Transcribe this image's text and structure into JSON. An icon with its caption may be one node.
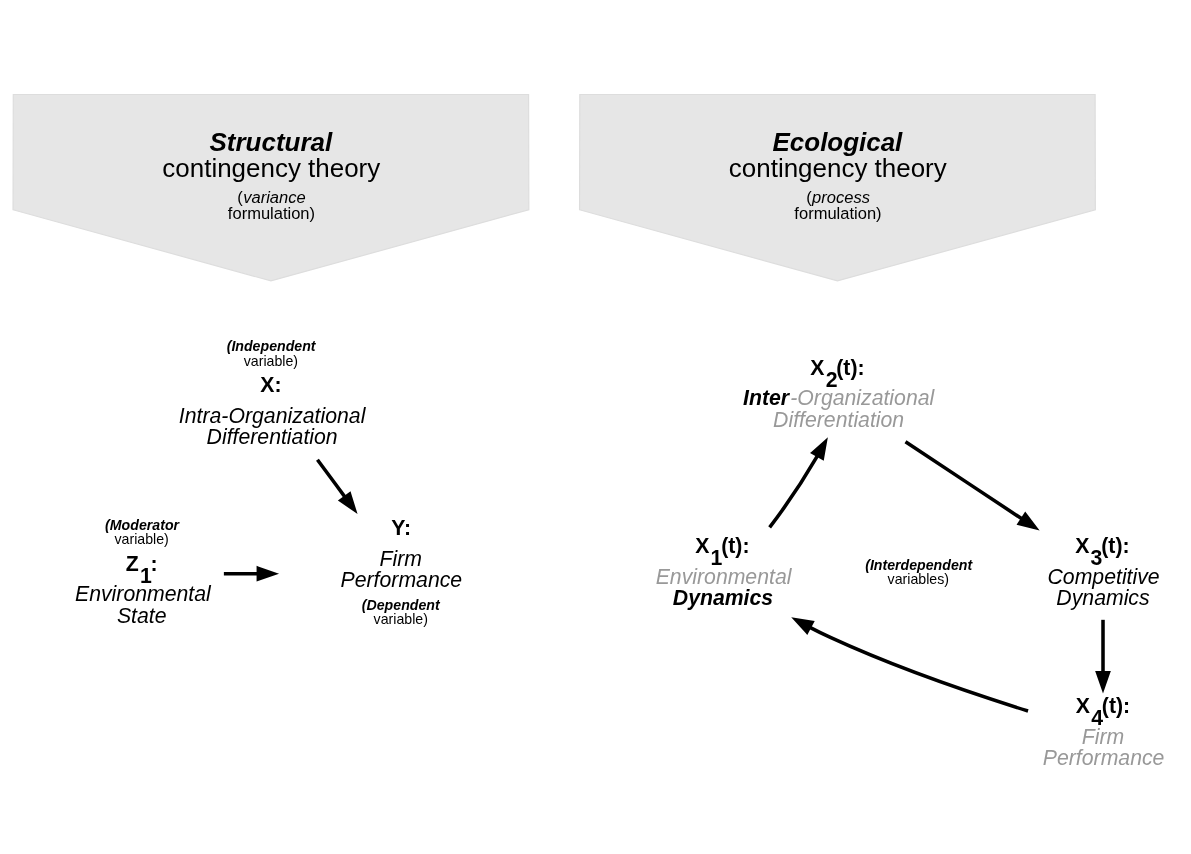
{
  "diagram": {
    "nodes": [
      {
        "text": [
          "**Structural** contingency theory",
          "(*variance* formulation)"
        ]
      },
      {
        "text": [
          "**Ecological** contingency theory",
          "(*process* formulation)"
        ]
      },
      {
        "text": [
          "**X:**",
          "Intra-Organizational Differentiation"
        ],
        "beside": [
          "**(Independent** variable)"
        ]
      },
      {
        "text": [
          "**Z$_{1}$:**",
          "Environmental State"
        ],
        "beside": [
          "**(Moderator** variable)"
        ]
      },
      {
        "text": [
          "**Y:**",
          "Firm Performance"
        ],
        "beside": [
          "**(Dependent** variable)"
        ]
      },
      {
        "text": [
          "**X$_{2}$(t):**",
          "**Inter**-Organizational Differentiation"
        ]
      },
      {
        "text": [
          "**X$_{3}$(t):**",
          "Competitive Dynamics"
        ]
      },
      {
        "text": [
          "**X$_{4}$(t):**",
          "Firm Performance"
        ]
      },
      {
        "text": [
          "**X$_{1}$(t):**",
          "Environmental **Dynamics**"
        ]
      }
    ],
    "edges": [
      {
        "from": 2,
        "to": 4,
        "arrow": "to"
      },
      {
        "from": 3,
        "to": null,
        "arrow": "to"
      },
      {
        "from": 8,
        "to": 5,
        "arrow": "to"
      },
      {
        "from": 5,
        "to": 6,
        "arrow": "to"
      },
      {
        "from": 6,
        "to": 7,
        "arrow": "to"
      },
      {
        "from": 7,
        "to": 8,
        "arrow": "to"
      }
    ],
    "labels": [
      "**(Interdependent** variables)"
    ]
  }
}
